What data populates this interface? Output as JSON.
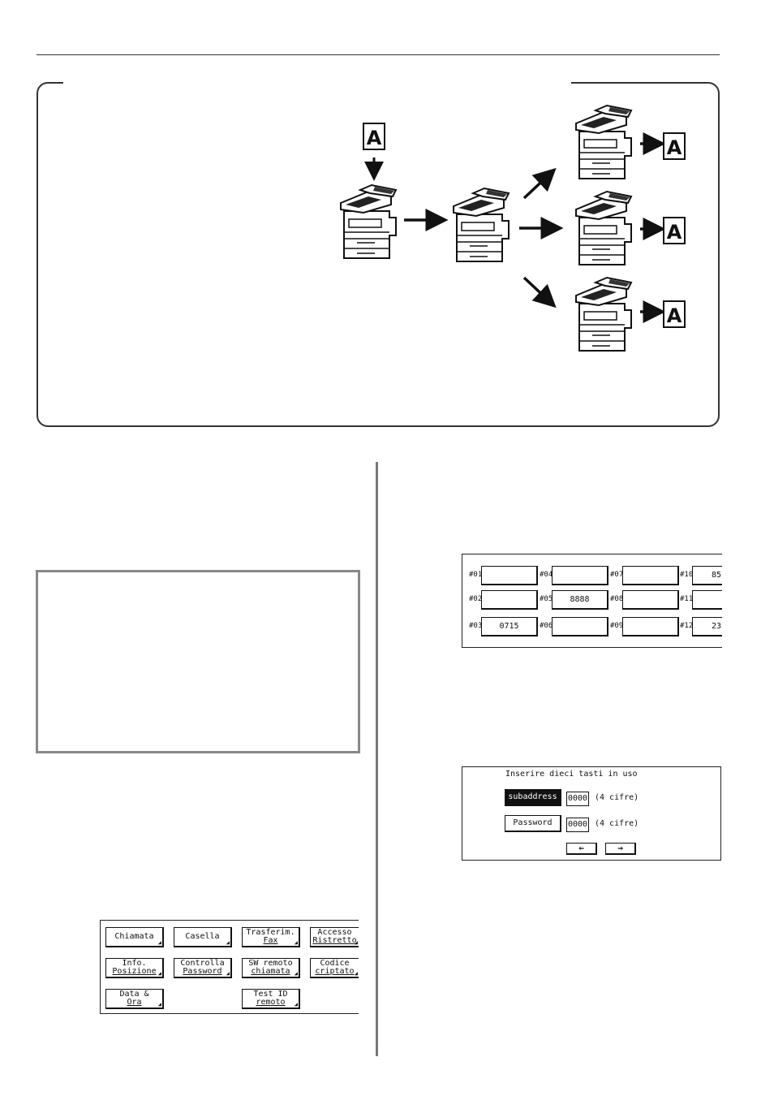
{
  "diagram": {
    "doc_letter": "A",
    "icons": [
      "document-icon",
      "printer-icon",
      "arrow-icon"
    ]
  },
  "subaddress_table": {
    "cells": [
      {
        "label": "#01",
        "value": ""
      },
      {
        "label": "#02",
        "value": ""
      },
      {
        "label": "#03",
        "value": "0715"
      },
      {
        "label": "#04",
        "value": ""
      },
      {
        "label": "#05",
        "value": "8888"
      },
      {
        "label": "#06",
        "value": ""
      },
      {
        "label": "#07",
        "value": ""
      },
      {
        "label": "#08",
        "value": ""
      },
      {
        "label": "#09",
        "value": ""
      },
      {
        "label": "#10",
        "value": "85"
      },
      {
        "label": "#11",
        "value": ""
      },
      {
        "label": "#12",
        "value": "23"
      }
    ]
  },
  "entry_panel": {
    "title": "Inserire dieci tasti in uso",
    "subaddress_button": "subaddress",
    "subaddress_value": "0000",
    "subaddress_hint": "(4 cifre)",
    "password_button": "Password",
    "password_value": "0000",
    "password_hint": "(4 cifre)",
    "prev_label": "←",
    "next_label": "→"
  },
  "menu_panel": {
    "buttons": [
      {
        "line1": "Chiamata",
        "line2": ""
      },
      {
        "line1": "Casella",
        "line2": ""
      },
      {
        "line1": "Trasferim.",
        "line2": "Fax"
      },
      {
        "line1": "Accesso",
        "line2": "Ristretto"
      },
      {
        "line1": "Info.",
        "line2": "Posizione"
      },
      {
        "line1": "Controlla",
        "line2": "Password"
      },
      {
        "line1": "SW remoto",
        "line2": "chiamata"
      },
      {
        "line1": "Codice",
        "line2": "criptato"
      },
      {
        "line1": "Data &",
        "line2": "Ora"
      },
      {
        "line1": "Test ID",
        "line2": "remoto"
      }
    ]
  }
}
